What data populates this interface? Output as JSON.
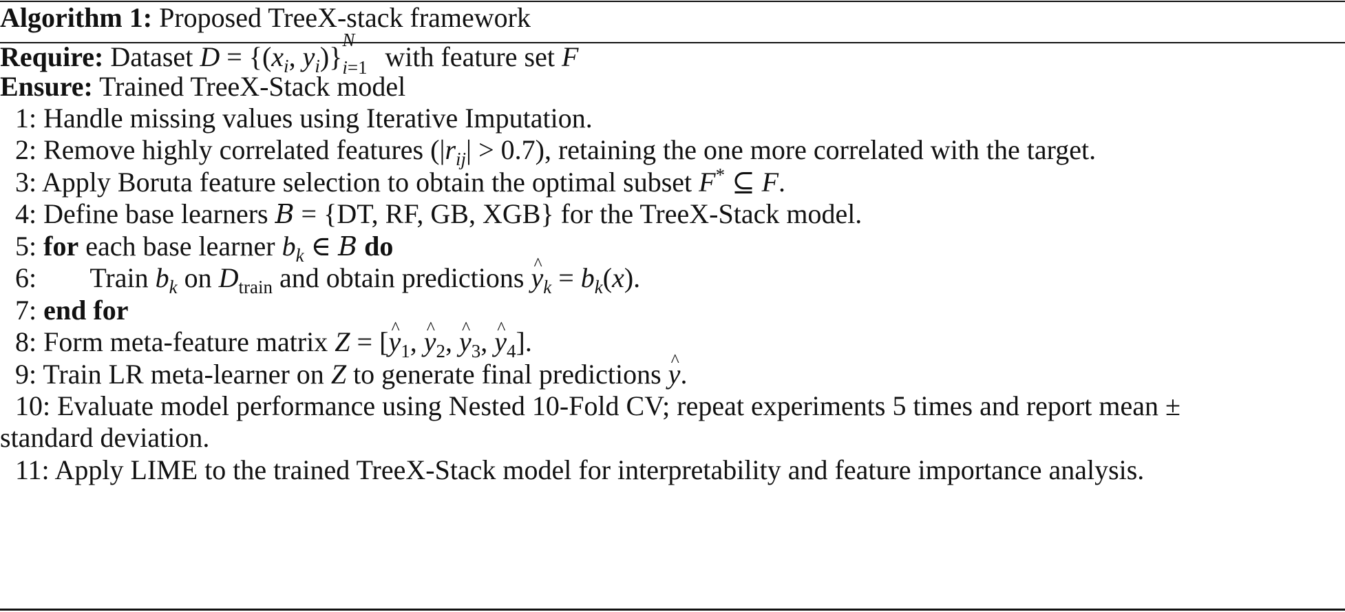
{
  "caption": {
    "label": "Algorithm 1:",
    "title": "Proposed TreeX-stack framework"
  },
  "require": {
    "keyword": "Require:",
    "text_before": "Dataset ",
    "text_after": " with feature set "
  },
  "ensure": {
    "keyword": "Ensure:",
    "text": "Trained TreeX-Stack model"
  },
  "steps": [
    {
      "num": "1:",
      "text": "Handle missing values using Iterative Imputation."
    },
    {
      "num": "2:",
      "text_before": "Remove highly correlated features (",
      "text_after": " > 0.7), retaining the one more correlated with the target."
    },
    {
      "num": "3:",
      "text_before": "Apply Boruta feature selection to obtain the optimal subset ",
      "text_after": "."
    },
    {
      "num": "4:",
      "text_before": "Define base learners ",
      "set_items": "DT, RF, GB, XGB",
      "text_after": " for the TreeX-Stack model."
    },
    {
      "num": "5:",
      "keyword_for": "for",
      "text_before": " each base learner ",
      "keyword_do": "do"
    },
    {
      "num": "6:",
      "text_before": "Train ",
      "text_mid": " on ",
      "text_after": " and obtain predictions "
    },
    {
      "num": "7:",
      "keyword": "end for"
    },
    {
      "num": "8:",
      "text_before": "Form meta-feature matrix "
    },
    {
      "num": "9:",
      "text_before": "Train LR meta-learner on ",
      "text_mid": " to generate final predictions "
    },
    {
      "num": "10:",
      "text": "Evaluate model performance using Nested 10-Fold CV; repeat experiments 5 times and report mean ±",
      "text_cont": "standard deviation."
    },
    {
      "num": "11:",
      "text": "Apply LIME to the trained TreeX-Stack model for interpretability and feature importance analysis."
    }
  ]
}
